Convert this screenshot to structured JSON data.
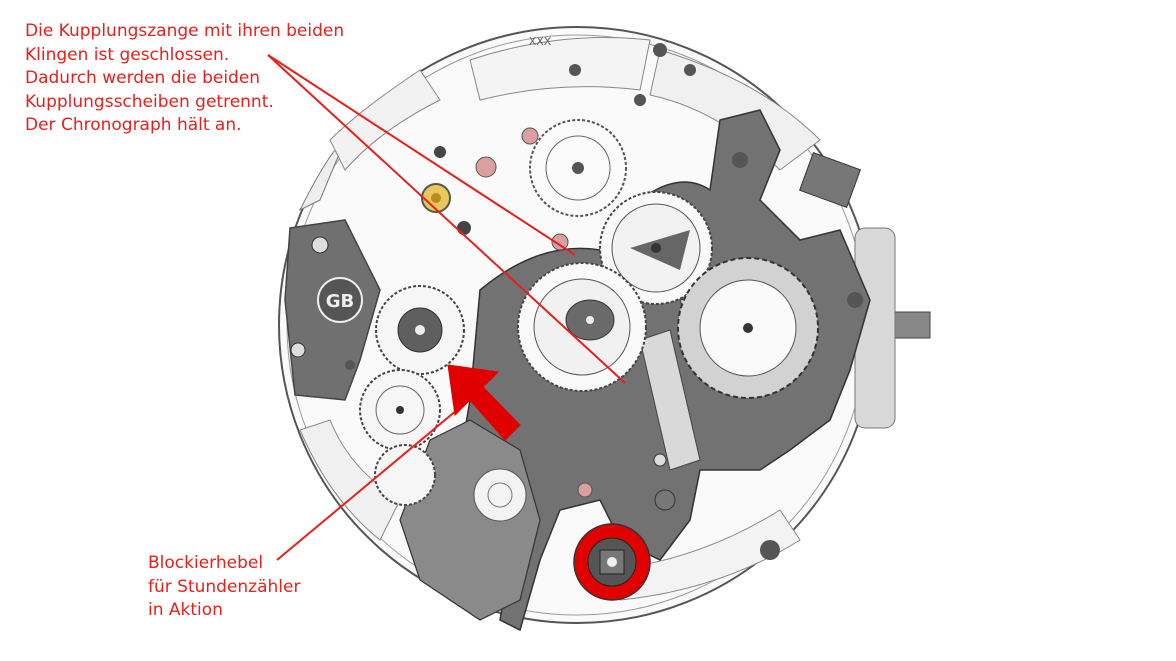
{
  "annotations": {
    "top_note": [
      "Die Kupplungszange mit ihren beiden",
      "Klingen ist geschlossen.",
      "Dadurch werden die beiden",
      "Kupplungsscheiben getrennt.",
      "Der Chronograph hält an."
    ],
    "bottom_note": [
      "Blockierhebel",
      "für Stundenzähler",
      "in Aktion"
    ]
  },
  "engravings": {
    "plate_mark": "XXX",
    "logo": "GB"
  },
  "colors": {
    "annotation": "#e8201c",
    "lever": "#6e6e6e",
    "plate_outline": "#555555",
    "highlight": "#e00000",
    "jewel": "#d9a0a0",
    "gold": "#e8c85a"
  }
}
